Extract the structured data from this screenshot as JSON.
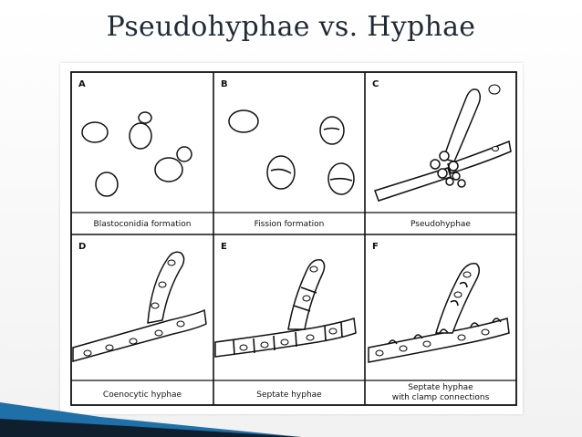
{
  "title": "Pseudohyphae vs. Hyphae",
  "panels": [
    {
      "letter": "A",
      "caption": "Blastoconidia formation"
    },
    {
      "letter": "B",
      "caption": "Fission formation"
    },
    {
      "letter": "C",
      "caption": "Pseudohyphae"
    },
    {
      "letter": "D",
      "caption": "Coenocytic hyphae"
    },
    {
      "letter": "E",
      "caption": "Septate hyphae"
    },
    {
      "letter": "F",
      "caption_line1": "Septate hyphae",
      "caption_line2": "with clamp connections"
    }
  ],
  "colors": {
    "ink": "#111111",
    "title": "#1f2b36",
    "accent_dark": "#0f1f2e",
    "accent_blue": "#1f6fa8"
  }
}
